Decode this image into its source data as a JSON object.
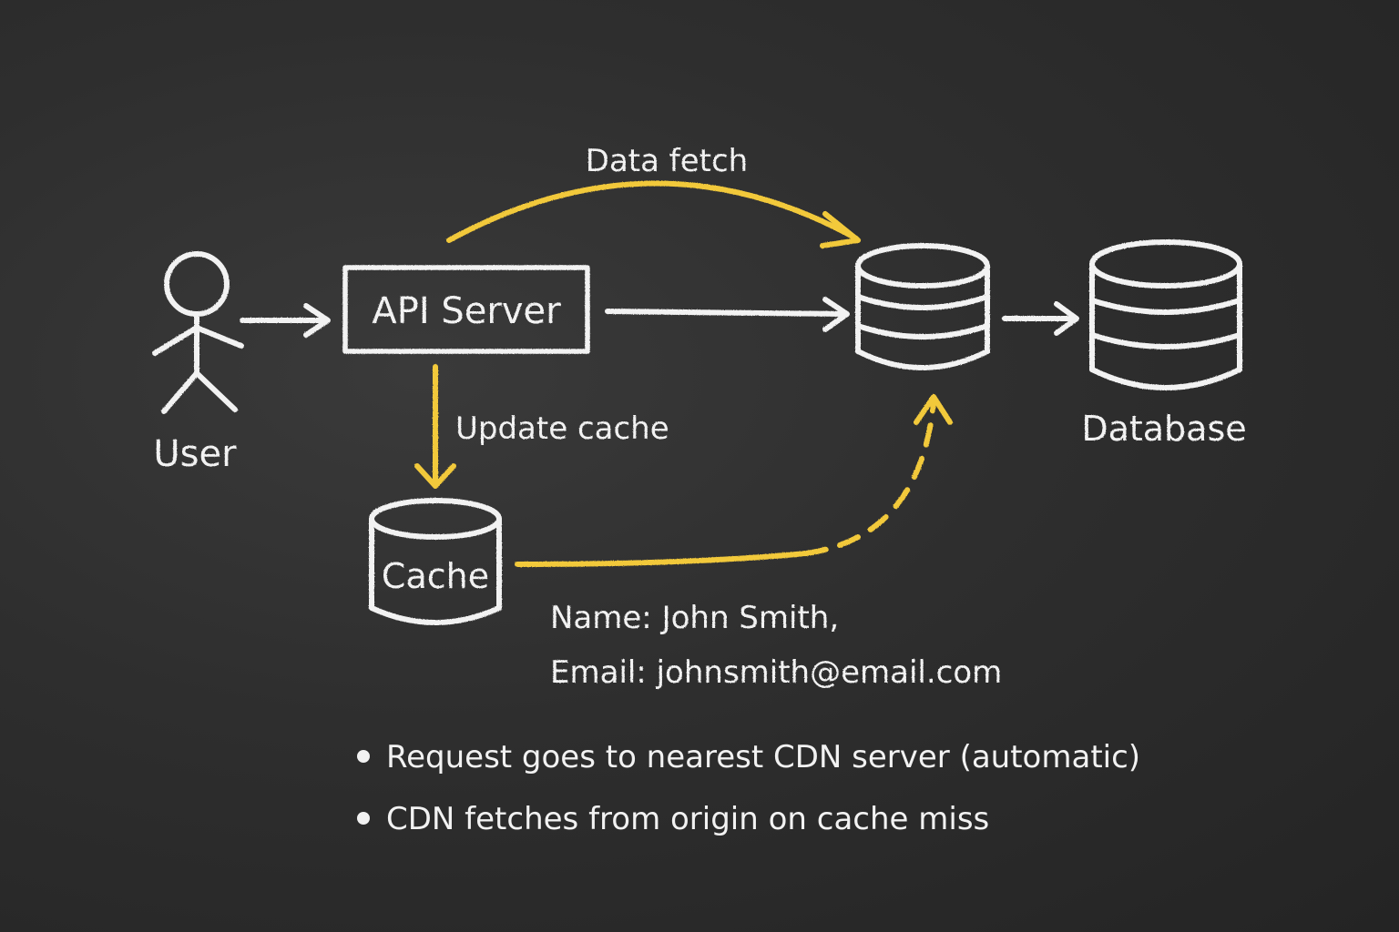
{
  "diagram": {
    "user_label": "User",
    "api_server_label": "API Server",
    "cache_label": "Cache",
    "database_label": "Database",
    "data_fetch_label": "Data fetch",
    "update_cache_label": "Update cache",
    "record_name": "Name: John Smith,",
    "record_email": "Email: johnsmith@email.com"
  },
  "notes": [
    "Request goes to nearest CDN server (automatic)",
    "CDN fetches from origin on cache miss"
  ],
  "colors": {
    "chalk": "#f2f2f2",
    "accent": "#f2c93a",
    "board": "#2b2b2b"
  },
  "icons": {
    "user": "stick-figure-icon",
    "store": "database-cylinder-icon"
  }
}
